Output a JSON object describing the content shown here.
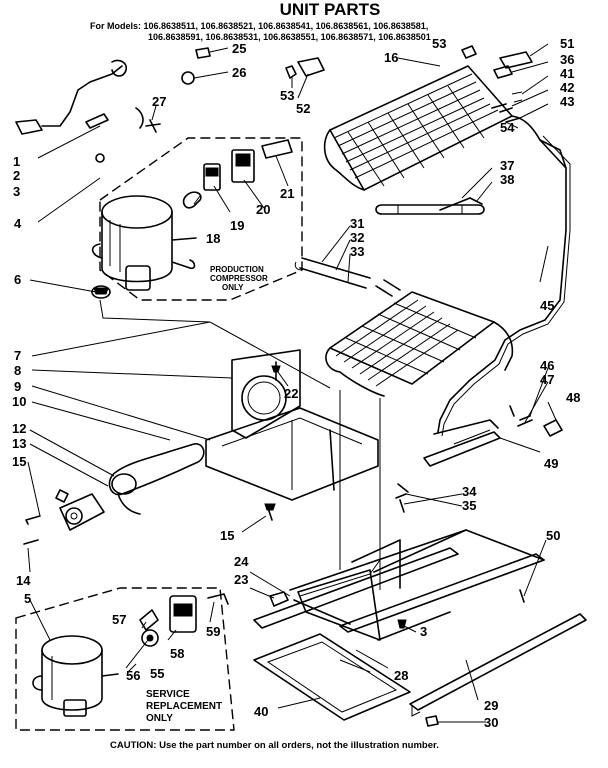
{
  "header": {
    "title": "UNIT PARTS",
    "models_line_1": "For Models: 106.8638511, 106.8638521, 106.8638541, 106.8638561, 106.8638581,",
    "models_line_2": "106.8638591, 106.8638531, 106.8638551, 106.8638571, 106.8638501"
  },
  "notes": {
    "production_1": "PRODUCTION",
    "production_2": "COMPRESSOR",
    "production_3": "ONLY",
    "service_1": "SERVICE",
    "service_2": "REPLACEMENT",
    "service_3": "ONLY"
  },
  "footer": {
    "caution": "CAUTION: Use the part number on all orders, not the illustration number."
  },
  "callouts": {
    "c1": "1",
    "c2": "2",
    "c3": "3",
    "c3b": "3",
    "c4": "4",
    "c5": "5",
    "c6": "6",
    "c7": "7",
    "c8": "8",
    "c9": "9",
    "c10": "10",
    "c12": "12",
    "c13": "13",
    "c14": "14",
    "c15": "15",
    "c15b": "15",
    "c16": "16",
    "c18": "18",
    "c19": "19",
    "c20": "20",
    "c21": "21",
    "c22": "22",
    "c23": "23",
    "c24": "24",
    "c25": "25",
    "c26": "26",
    "c27": "27",
    "c28": "28",
    "c29": "29",
    "c30": "30",
    "c31": "31",
    "c32": "32",
    "c33": "33",
    "c34": "34",
    "c35": "35",
    "c36": "36",
    "c37": "37",
    "c38": "38",
    "c40": "40",
    "c41": "41",
    "c42": "42",
    "c43": "43",
    "c45": "45",
    "c46": "46",
    "c47": "47",
    "c48": "48",
    "c49": "49",
    "c50": "50",
    "c51": "51",
    "c52": "52",
    "c53": "53",
    "c53b": "53",
    "c54": "54",
    "c55": "55",
    "c56": "56",
    "c57": "57",
    "c58": "58",
    "c59": "59"
  }
}
